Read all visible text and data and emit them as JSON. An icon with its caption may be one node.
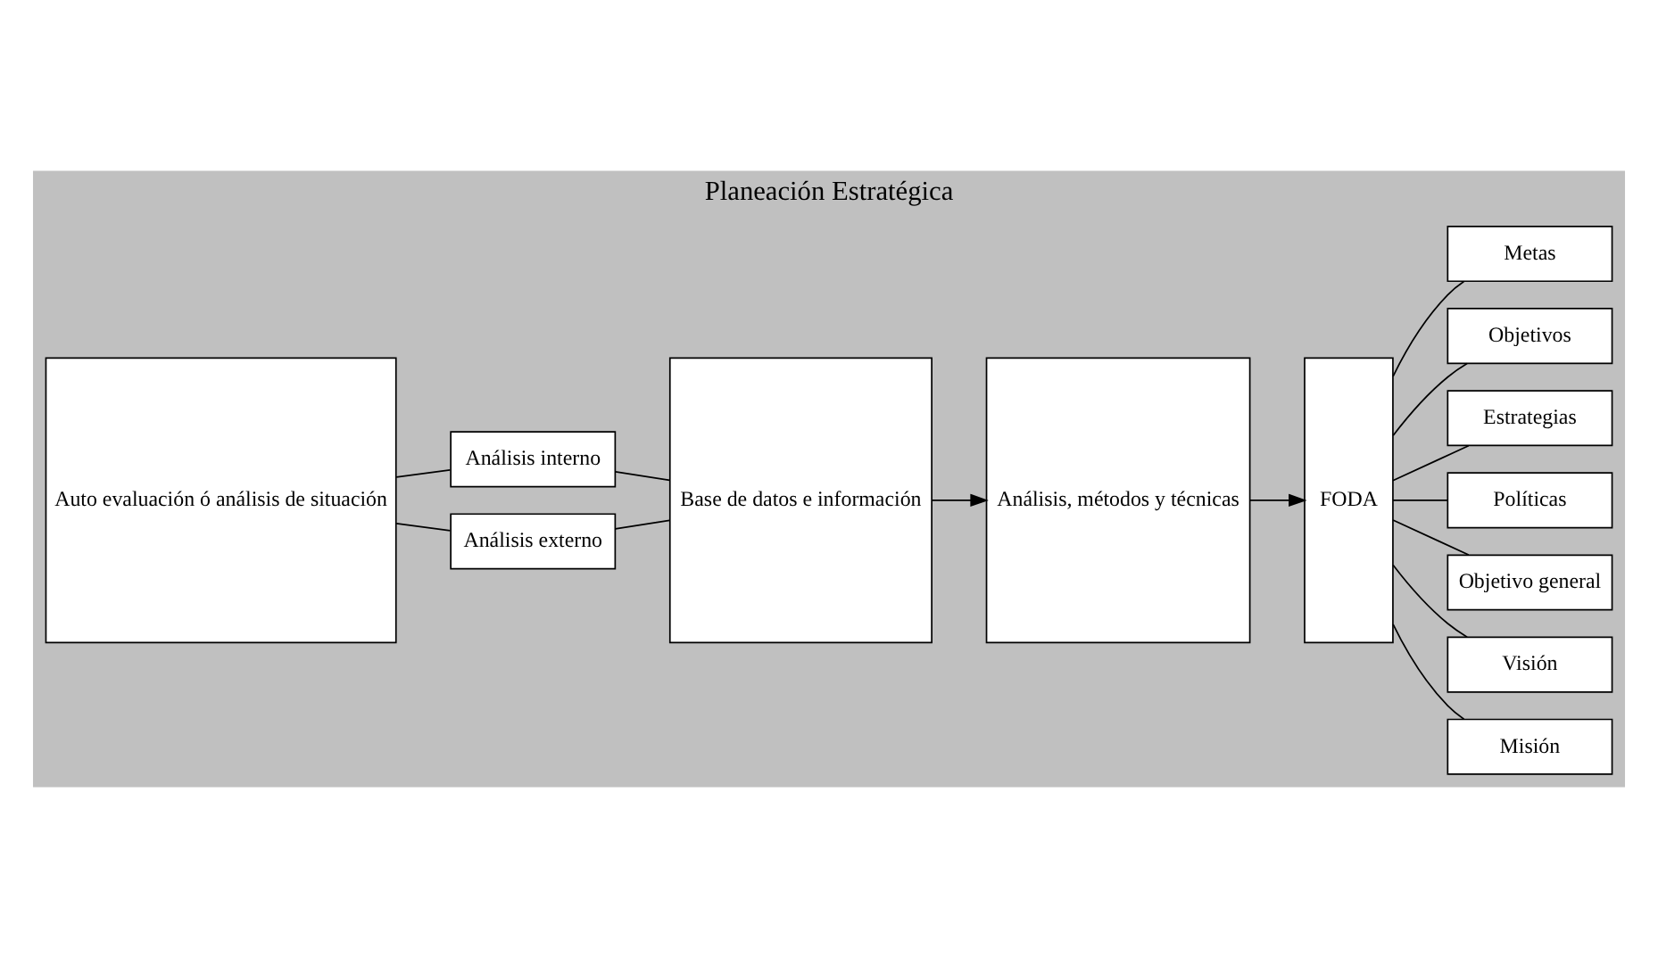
{
  "diagram": {
    "nodes": [
      {
        "text": [
          "Planeación Estratégica"
        ]
      },
      {
        "text": [
          "Auto evaluación ó análisis de situación"
        ],
        "in": 0
      },
      {
        "text": [
          "Análisis externo"
        ],
        "in": 0
      },
      {
        "text": [
          "Análisis interno"
        ],
        "in": 0
      },
      {
        "text": [
          "Base de datos e información"
        ],
        "in": 0
      },
      {
        "text": [
          "Análisis, métodos y técnicas"
        ],
        "in": 0
      },
      {
        "text": [
          "FODA"
        ],
        "in": 0
      },
      {
        "text": [
          "Misión"
        ],
        "in": 0
      },
      {
        "text": [
          "Visión"
        ],
        "in": 0
      },
      {
        "text": [
          "Objetivo general"
        ],
        "in": 0
      },
      {
        "text": [
          "Políticas"
        ],
        "in": 0
      },
      {
        "text": [
          "Estrategias"
        ],
        "in": 0
      },
      {
        "text": [
          "Objetivos"
        ],
        "in": 0
      },
      {
        "text": [
          "Metas"
        ],
        "in": 0
      }
    ],
    "edges": [
      {
        "from": 1,
        "to": 2,
        "arrow": "none"
      },
      {
        "from": 1,
        "to": 3,
        "arrow": "none"
      },
      {
        "from": 2,
        "to": 4,
        "arrow": "none"
      },
      {
        "from": 3,
        "to": 4,
        "arrow": "none"
      },
      {
        "from": 4,
        "to": 5,
        "arrow": "to"
      },
      {
        "from": 5,
        "to": 6,
        "arrow": "to"
      },
      {
        "from": 6,
        "to": 7,
        "arrow": "none"
      },
      {
        "from": 6,
        "to": 8,
        "arrow": "none"
      },
      {
        "from": 6,
        "to": 9,
        "arrow": "none"
      },
      {
        "from": 6,
        "to": 10,
        "arrow": "none"
      },
      {
        "from": 6,
        "to": 11,
        "arrow": "none"
      },
      {
        "from": 6,
        "to": 12,
        "arrow": "none"
      },
      {
        "from": 6,
        "to": 13,
        "arrow": "none"
      }
    ]
  }
}
